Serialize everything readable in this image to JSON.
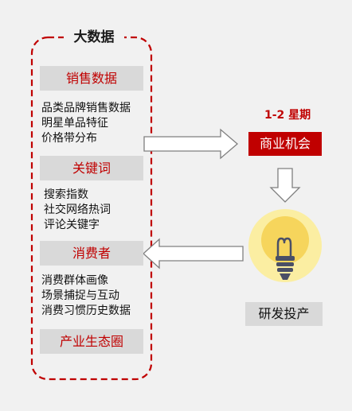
{
  "title": "大数据",
  "sections": [
    {
      "label": "销售数据",
      "items": [
        "品类品牌销售数据",
        "明星单品特征",
        "价格带分布"
      ]
    },
    {
      "label": "关键词",
      "items": [
        "搜索指数",
        "社交网络热词",
        "评论关键字"
      ]
    },
    {
      "label": "消费者",
      "items": [
        "消费群体画像",
        "场景捕捉与互动",
        "消费习惯历史数据"
      ]
    },
    {
      "label": "产业生态圈",
      "items": []
    }
  ],
  "timeline_label": "1-2 星期",
  "opportunity_label": "商业机会",
  "rnd_label": "研发投产",
  "colors": {
    "accent_red": "#c00000",
    "gray_box": "#d9d9d9",
    "background": "#f1f1f1",
    "bulb_yellow": "#f6d55c",
    "bulb_glow": "#fbeea2",
    "bulb_base": "#4a4f66"
  },
  "icons": [
    "lightbulb-icon",
    "right-arrow",
    "down-arrow",
    "left-arrow"
  ]
}
